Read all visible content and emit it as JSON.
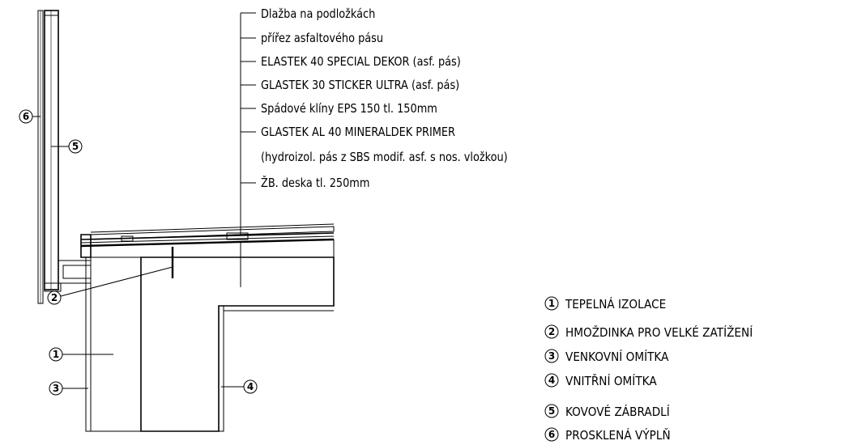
{
  "layers": [
    "Dlažba na podložkách",
    "přířez asfaltového pásu",
    "ELASTEK 40 SPECIAL DEKOR (asf. pás)",
    "GLASTEK 30 STICKER ULTRA (asf. pás)",
    "Spádové klíny EPS 150 tl. 150mm",
    "GLASTEK AL 40 MINERALDEK PRIMER",
    "(hydroizol. pás z SBS modif. asf. s nos. vložkou)",
    "ŽB. deska tl. 250mm"
  ],
  "legend": [
    {
      "num": "1",
      "text": "TEPELNÁ IZOLACE"
    },
    {
      "num": "2",
      "text": "HMOŽDINKA PRO VELKÉ ZATÍŽENÍ"
    },
    {
      "num": "3",
      "text": "VENKOVNÍ OMÍTKA"
    },
    {
      "num": "4",
      "text": "VNITŘNÍ OMÍTKA"
    },
    {
      "num": "5",
      "text": "KOVOVÉ ZÁBRADLÍ"
    },
    {
      "num": "6",
      "text": "PROSKLENÁ VÝPLŇ"
    }
  ],
  "markers": {
    "m1": "1",
    "m2": "2",
    "m3": "3",
    "m4": "4",
    "m5": "5",
    "m6": "6"
  }
}
